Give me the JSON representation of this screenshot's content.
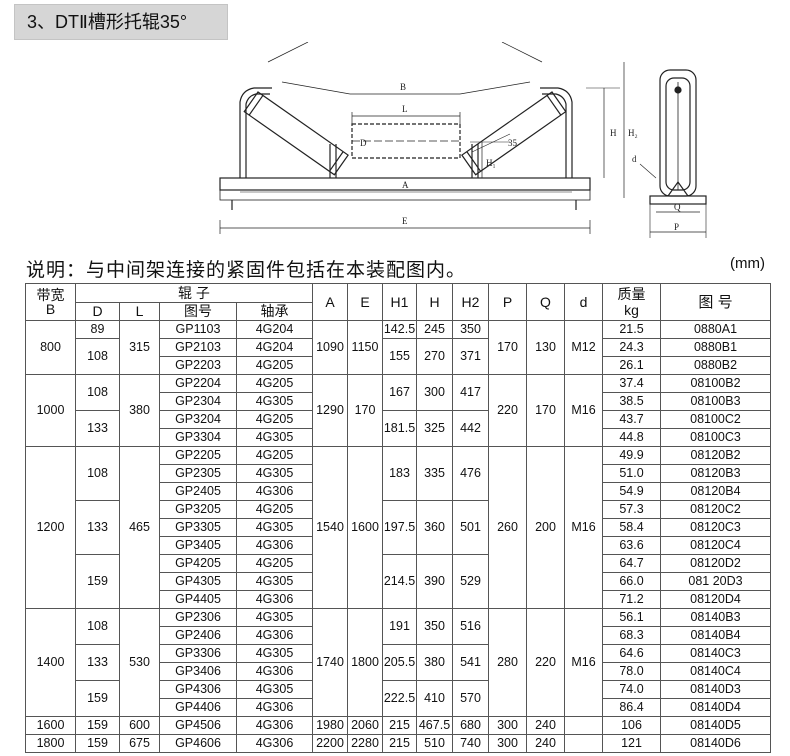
{
  "title": "3、DTⅡ槽形托辊35°",
  "drawing": {
    "label_B": "B",
    "label_L": "L",
    "label_D": "D",
    "label_A": "A",
    "label_E": "E",
    "label_H": "H",
    "label_H1": "H₁",
    "label_H2": "H₂",
    "label_angle": "35",
    "label_d": "d",
    "label_Q": "Q",
    "label_P": "P"
  },
  "note": "说明：与中间架连接的紧固件包括在本装配图内。",
  "unit": "(mm)",
  "headers": {
    "belt_width": "带宽",
    "belt_width_sub": "B",
    "roller_group": "辊    子",
    "D": "D",
    "L": "L",
    "drawing_no": "图号",
    "bearing": "轴承",
    "A": "A",
    "E": "E",
    "H1": "H1",
    "H": "H",
    "H2": "H2",
    "P": "P",
    "Q": "Q",
    "d": "d",
    "mass": "质量",
    "mass_unit": "kg",
    "figure_no": "图    号"
  },
  "rows": [
    [
      "800",
      "89",
      "315",
      "GP1103",
      "4G204",
      "1090",
      "1150",
      "142.5",
      "245",
      "350",
      "170",
      "130",
      "M12",
      "21.5",
      "0880A1"
    ],
    [
      "",
      "108",
      "",
      "GP2103",
      "4G204",
      "",
      "",
      "155",
      "270",
      "371",
      "",
      "",
      "",
      "24.3",
      "0880B1"
    ],
    [
      "",
      "",
      "",
      "GP2203",
      "4G205",
      "",
      "",
      "",
      "",
      "",
      "",
      "",
      "",
      "26.1",
      "0880B2"
    ],
    [
      "1000",
      "108",
      "380",
      "GP2204",
      "4G205",
      "1290",
      "170",
      "167",
      "300",
      "417",
      "220",
      "170",
      "M16",
      "37.4",
      "08100B2"
    ],
    [
      "",
      "",
      "",
      "GP2304",
      "4G305",
      "",
      "",
      "",
      "",
      "",
      "",
      "",
      "",
      "38.5",
      "08100B3"
    ],
    [
      "",
      "133",
      "",
      "GP3204",
      "4G205",
      "",
      "",
      "181.5",
      "325",
      "442",
      "",
      "",
      "",
      "43.7",
      "08100C2"
    ],
    [
      "",
      "",
      "",
      "GP3304",
      "4G305",
      "",
      "",
      "",
      "",
      "",
      "",
      "",
      "",
      "44.8",
      "08100C3"
    ],
    [
      "1200",
      "108",
      "465",
      "GP2205",
      "4G205",
      "1540",
      "1600",
      "183",
      "335",
      "476",
      "260",
      "200",
      "M16",
      "49.9",
      "08120B2"
    ],
    [
      "",
      "",
      "",
      "GP2305",
      "4G305",
      "",
      "",
      "",
      "",
      "",
      "",
      "",
      "",
      "51.0",
      "08120B3"
    ],
    [
      "",
      "",
      "",
      "GP2405",
      "4G306",
      "",
      "",
      "",
      "",
      "",
      "",
      "",
      "",
      "54.9",
      "08120B4"
    ],
    [
      "",
      "133",
      "",
      "GP3205",
      "4G205",
      "",
      "",
      "197.5",
      "360",
      "501",
      "",
      "",
      "",
      "57.3",
      "08120C2"
    ],
    [
      "",
      "",
      "",
      "GP3305",
      "4G305",
      "",
      "",
      "",
      "",
      "",
      "",
      "",
      "",
      "58.4",
      "08120C3"
    ],
    [
      "",
      "",
      "",
      "GP3405",
      "4G306",
      "",
      "",
      "",
      "",
      "",
      "",
      "",
      "",
      "63.6",
      "08120C4"
    ],
    [
      "",
      "159",
      "",
      "GP4205",
      "4G205",
      "",
      "",
      "214.5",
      "390",
      "529",
      "",
      "",
      "",
      "64.7",
      "08120D2"
    ],
    [
      "",
      "",
      "",
      "GP4305",
      "4G305",
      "",
      "",
      "",
      "",
      "",
      "",
      "",
      "",
      "66.0",
      "081 20D3"
    ],
    [
      "",
      "",
      "",
      "GP4405",
      "4G306",
      "",
      "",
      "",
      "",
      "",
      "",
      "",
      "",
      "71.2",
      "08120D4"
    ],
    [
      "1400",
      "108",
      "530",
      "GP2306",
      "4G305",
      "1740",
      "1800",
      "191",
      "350",
      "516",
      "280",
      "220",
      "M16",
      "56.1",
      "08140B3"
    ],
    [
      "",
      "",
      "",
      "GP2406",
      "4G306",
      "",
      "",
      "",
      "",
      "",
      "",
      "",
      "",
      "68.3",
      "08140B4"
    ],
    [
      "",
      "133",
      "",
      "GP3306",
      "4G305",
      "",
      "",
      "205.5",
      "380",
      "541",
      "",
      "",
      "",
      "64.6",
      "08140C3"
    ],
    [
      "",
      "",
      "",
      "GP3406",
      "4G306",
      "",
      "",
      "",
      "",
      "",
      "",
      "",
      "",
      "78.0",
      "08140C4"
    ],
    [
      "",
      "159",
      "",
      "GP4306",
      "4G305",
      "",
      "",
      "222.5",
      "410",
      "570",
      "",
      "",
      "",
      "74.0",
      "08140D3"
    ],
    [
      "",
      "",
      "",
      "GP4406",
      "4G306",
      "",
      "",
      "",
      "",
      "",
      "",
      "",
      "",
      "86.4",
      "08140D4"
    ],
    [
      "1600",
      "159",
      "600",
      "GP4506",
      "4G306",
      "1980",
      "2060",
      "215",
      "467.5",
      "680",
      "300",
      "240",
      "",
      "106",
      "08140D5"
    ],
    [
      "1800",
      "159",
      "675",
      "GP4606",
      "4G306",
      "2200",
      "2280",
      "215",
      "510",
      "740",
      "300",
      "240",
      "",
      "121",
      "08140D6"
    ]
  ]
}
